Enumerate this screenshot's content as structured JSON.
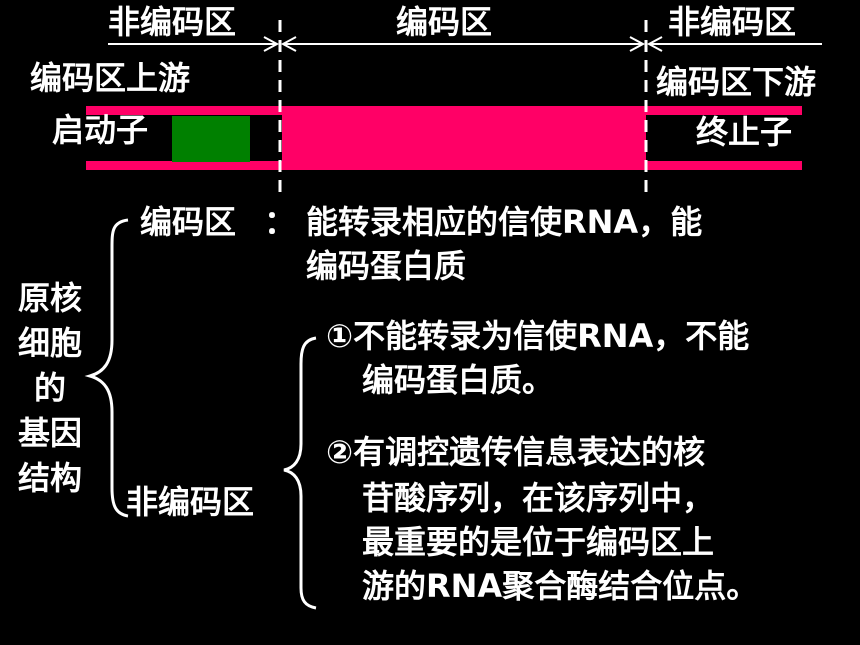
{
  "colors": {
    "background": "#000000",
    "text": "#ffffff",
    "coding_region": "#ff0066",
    "promoter": "#008000"
  },
  "top_labels": {
    "left_noncoding": "非编码区",
    "middle_coding": "编码区",
    "right_noncoding": "非编码区"
  },
  "upstream_label": "编码区上游",
  "downstream_label": "编码区下游",
  "promoter_label": "启动子",
  "terminator_label": "终止子",
  "side_label_lines": [
    "原核",
    "细胞",
    "的",
    "基因",
    "结构"
  ],
  "coding_section": {
    "term": "编码区",
    "colon": "：",
    "line1": "能转录相应的信使RNA，能",
    "line2": "编码蛋白质"
  },
  "noncoding_section": {
    "term": "非编码区",
    "point1_line1": "①不能转录为信使RNA，不能",
    "point1_line2": "编码蛋白质。",
    "point2_line1": "②有调控遗传信息表达的核",
    "point2_line2": "苷酸序列，在该序列中，",
    "point2_line3": "最重要的是位于编码区上",
    "point2_line4": "游的RNA聚合酶结合位点。"
  }
}
